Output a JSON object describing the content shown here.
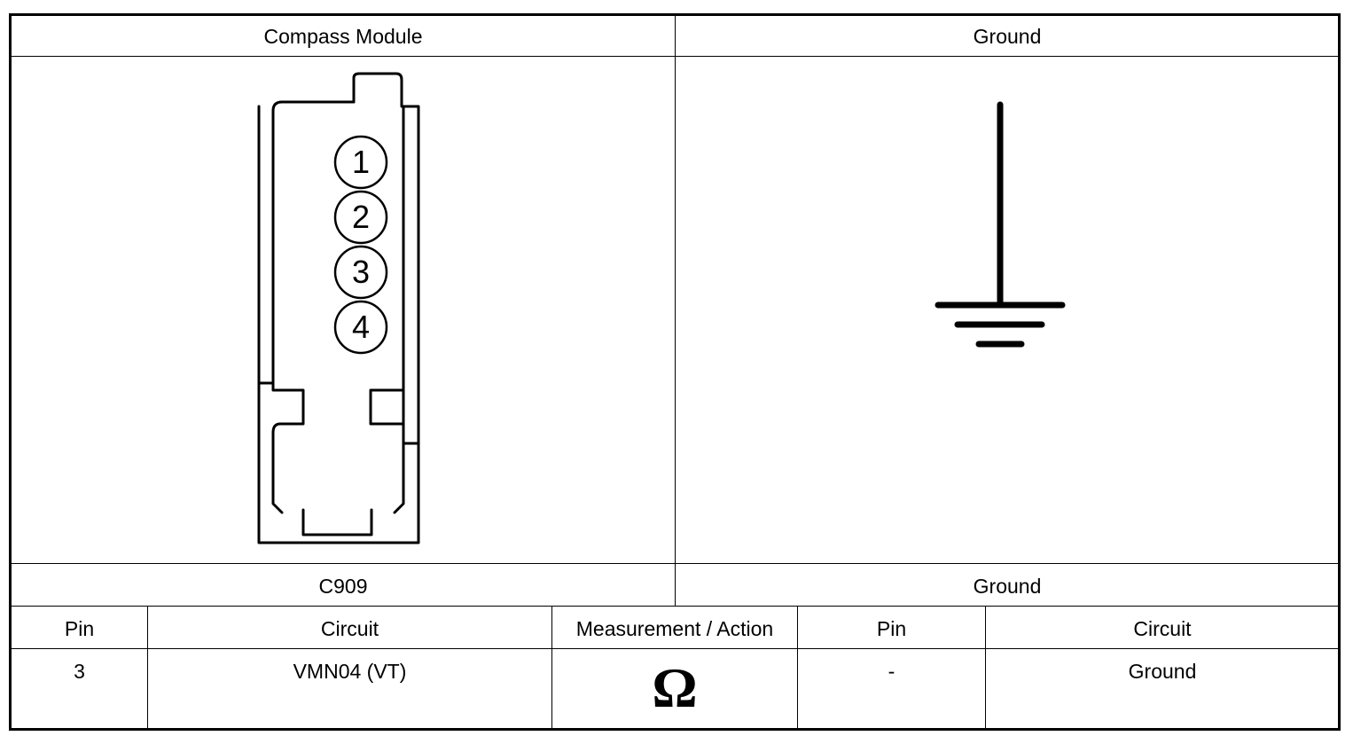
{
  "header": {
    "left_title": "Compass Module",
    "right_title": "Ground"
  },
  "connector": {
    "pins": [
      "1",
      "2",
      "3",
      "4"
    ],
    "id_label": "C909"
  },
  "ground_label": "Ground",
  "table": {
    "headers": [
      "Pin",
      "Circuit",
      "Measurement / Action",
      "Pin",
      "Circuit"
    ],
    "rows": [
      {
        "pin": "3",
        "circuit": "VMN04 (VT)",
        "measurement_symbol": "Ω",
        "measurement_icon": "ohm-icon",
        "to_pin": "-",
        "to_circuit": "Ground"
      }
    ]
  }
}
